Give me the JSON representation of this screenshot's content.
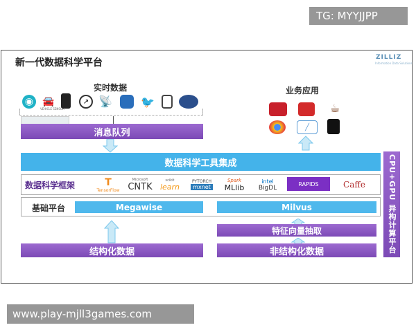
{
  "watermarks": {
    "top_right": "TG: MYYJJPP",
    "bottom_left": "www.play-mjll3games.com"
  },
  "diagram": {
    "title": "新一代数据科学平台",
    "brand": "ZILLIZ",
    "brand_sub": "Information Data Solutions",
    "sections": {
      "realtime": "实时数据",
      "business": "业务应用"
    },
    "realtime_icons": [
      "sensor-icon",
      "car-icon",
      "phone-icon",
      "gauge-icon",
      "antenna-icon",
      "database-icon",
      "twitter-icon",
      "document-icon",
      "globe-icon"
    ],
    "realtime_small_labels": {
      "vehicle": "VEHICLE SENSOR"
    },
    "app_icons": [
      "rails-icon",
      "scala-icon",
      "java-icon",
      "chrome-icon",
      "chart-icon",
      "tablet-icon"
    ],
    "bars": {
      "message_queue": "消息队列",
      "tool_integration": "数据科学工具集成",
      "framework_label": "数据科学框架",
      "base_label": "基础平台",
      "megawise": "Megawise",
      "milvus": "Milvus",
      "feature_vector": "特征向量抽取",
      "structured": "结构化数据",
      "unstructured": "非结构化数据",
      "side": "CPU+GPU 异构计算平台"
    },
    "frameworks": [
      {
        "name": "TensorFlow",
        "icon": "tensorflow-icon",
        "color": "#f08a1c"
      },
      {
        "name": "CNTK",
        "sub": "Microsoft",
        "icon": "cntk-logo",
        "color": "#333333"
      },
      {
        "name": "learn",
        "sub": "scikit",
        "icon": "sklearn-icon",
        "color": "#f49a1a"
      },
      {
        "name": "mxnet",
        "sub": "PYTORCH",
        "icon": "mxnet-icon",
        "color": "#2b7bb9"
      },
      {
        "name": "MLlib",
        "sub": "Spark",
        "icon": "spark-icon",
        "color": "#222222"
      },
      {
        "name": "BigDL",
        "sub": "intel",
        "icon": "intel-icon",
        "color": "#0071c5"
      },
      {
        "name": "RAPIDS",
        "icon": "rapids-logo",
        "color": "#ffffff"
      },
      {
        "name": "Caffe",
        "icon": "caffe-logo",
        "color": "#b02a2a"
      }
    ],
    "colors": {
      "purple": "#8a58c4",
      "blue": "#44b3ea",
      "arrow": "#c9e9f7"
    }
  }
}
